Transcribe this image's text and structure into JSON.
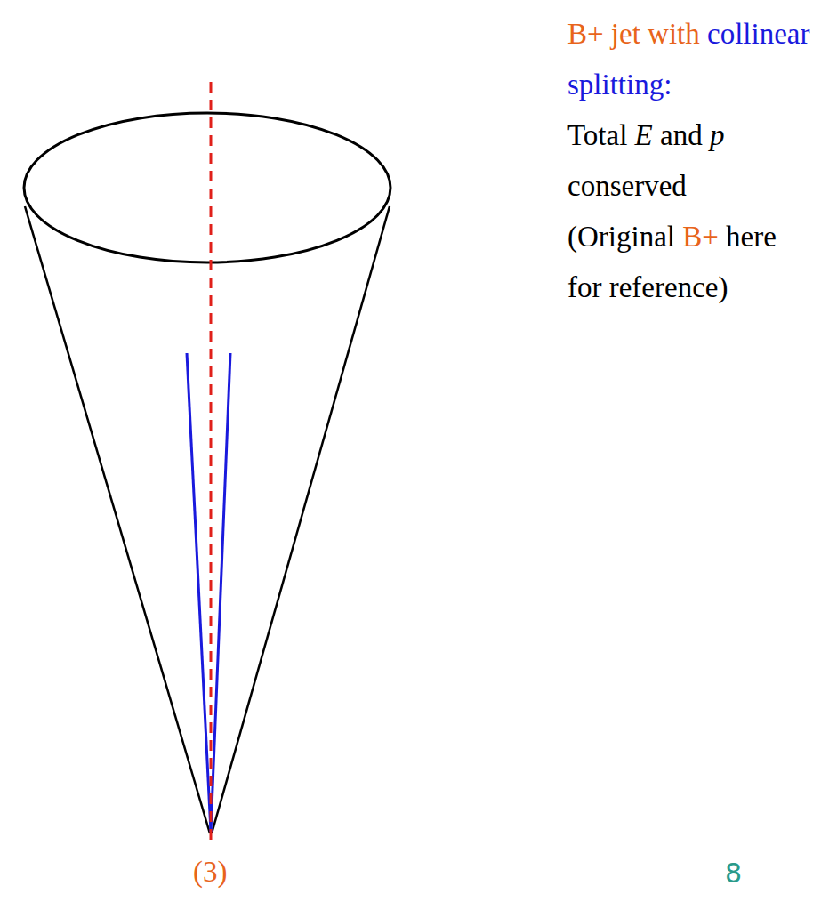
{
  "diagram": {
    "labels": [
      "B+ jet with",
      "collinear",
      "splitting:",
      "Total",
      "E",
      "and",
      "p",
      "conserved",
      "(Original",
      "B+",
      "here",
      "for reference)",
      "(3)",
      "8"
    ]
  }
}
